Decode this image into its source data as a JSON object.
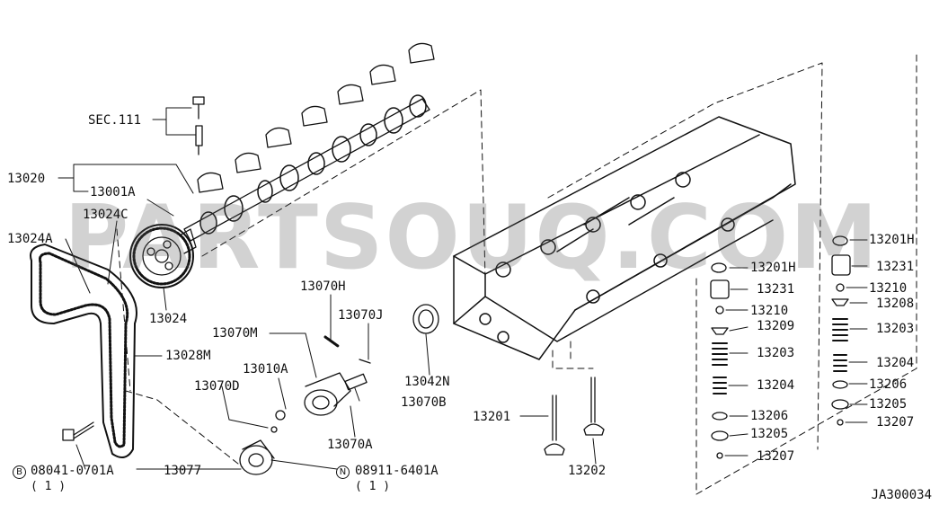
{
  "watermark": "PARTSOUQ.COM",
  "diagram_id": "JA300034",
  "labels": [
    {
      "id": "sec111",
      "text": "SEC.111"
    },
    {
      "id": "p13020",
      "text": "13020"
    },
    {
      "id": "p13001A",
      "text": "13001A"
    },
    {
      "id": "p13024C",
      "text": "13024C"
    },
    {
      "id": "p13024A",
      "text": "13024A"
    },
    {
      "id": "p13024",
      "text": "13024"
    },
    {
      "id": "p13028M",
      "text": "13028M"
    },
    {
      "id": "p13070H",
      "text": "13070H"
    },
    {
      "id": "p13070J",
      "text": "13070J"
    },
    {
      "id": "p13070M",
      "text": "13070M"
    },
    {
      "id": "p13010A",
      "text": "13010A"
    },
    {
      "id": "p13070D",
      "text": "13070D"
    },
    {
      "id": "p13070B",
      "text": "13070B"
    },
    {
      "id": "p13070A",
      "text": "13070A"
    },
    {
      "id": "p13042N",
      "text": "13042N"
    },
    {
      "id": "p13077",
      "text": "13077"
    },
    {
      "id": "p08041",
      "text": "08041-0701A"
    },
    {
      "id": "p08911",
      "text": "08911-6401A"
    },
    {
      "id": "p13201",
      "text": "13201"
    },
    {
      "id": "p13202",
      "text": "13202"
    },
    {
      "id": "m13201H",
      "text": "13201H"
    },
    {
      "id": "m13231",
      "text": "13231"
    },
    {
      "id": "m13210",
      "text": "13210"
    },
    {
      "id": "m13209",
      "text": "13209"
    },
    {
      "id": "m13203",
      "text": "13203"
    },
    {
      "id": "m13204",
      "text": "13204"
    },
    {
      "id": "m13206",
      "text": "13206"
    },
    {
      "id": "m13205",
      "text": "13205"
    },
    {
      "id": "m13207",
      "text": "13207"
    },
    {
      "id": "r13201H",
      "text": "13201H"
    },
    {
      "id": "r13231",
      "text": "13231"
    },
    {
      "id": "r13210",
      "text": "13210"
    },
    {
      "id": "r13208",
      "text": "13208"
    },
    {
      "id": "r13203",
      "text": "13203"
    },
    {
      "id": "r13204",
      "text": "13204"
    },
    {
      "id": "r13206",
      "text": "13206"
    },
    {
      "id": "r13205",
      "text": "13205"
    },
    {
      "id": "r13207",
      "text": "13207"
    }
  ],
  "badges": {
    "bolt_b": "B",
    "bolt_n": "N"
  },
  "quantities": {
    "q08041": "( 1 )",
    "q08911": "( 1 )"
  }
}
